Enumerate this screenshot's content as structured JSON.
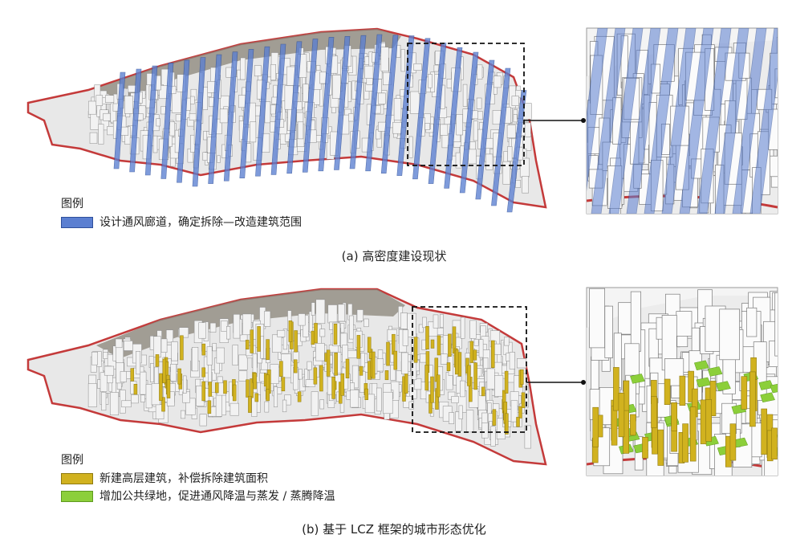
{
  "colors": {
    "corridor": "#5b7fd1",
    "tall": "#d1b21f",
    "green": "#8ccf3a",
    "outline": "#c43a3a",
    "building": "#f2f2f2",
    "terrain": "#8a8478"
  },
  "panel_a": {
    "legend_title": "图例",
    "legend_items": [
      {
        "label": "设计通风廊道，确定拆除—改造建筑范围",
        "color": "#5b7fd1",
        "icon": "corridor-swatch"
      }
    ],
    "caption": "(a) 高密度建设现状"
  },
  "panel_b": {
    "legend_title": "图例",
    "legend_items": [
      {
        "label": "新建高层建筑，补偿拆除建筑面积",
        "color": "#d1b21f",
        "icon": "tall-building-swatch"
      },
      {
        "label": "增加公共绿地，促进通风降温与蒸发 / 蒸腾降温",
        "color": "#8ccf3a",
        "icon": "green-space-swatch"
      }
    ],
    "caption": "(b) 基于 LCZ 框架的城市形态优化"
  }
}
